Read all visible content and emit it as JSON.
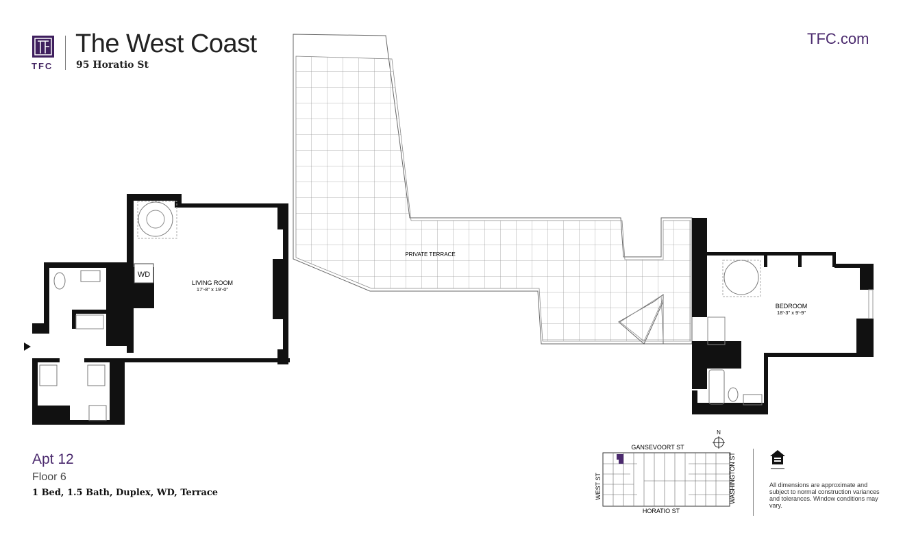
{
  "header": {
    "logo_text": "TFC",
    "title": "The West Coast",
    "address": "95 Horatio St",
    "website": "TFC.com"
  },
  "plan": {
    "rooms": [
      {
        "name": "LIVING ROOM",
        "dimensions": "17'-8\" x 19'-0\""
      },
      {
        "name": "PRIVATE TERRACE",
        "dimensions": ""
      },
      {
        "name": "BEDROOM",
        "dimensions": "18'-3\" x 9'-9\""
      }
    ],
    "wd_label": "WD"
  },
  "unit": {
    "apt": "Apt 12",
    "floor": "Floor 6",
    "features": "1 Bed, 1.5 Bath, Duplex, WD, Terrace"
  },
  "map": {
    "north": "N",
    "streets": {
      "top": "GANSEVOORT ST",
      "bottom": "HORATIO ST",
      "left": "WEST ST",
      "right": "WASHINGTON ST"
    },
    "highlight_color": "#4b2a6e"
  },
  "disclaimer": "All dimensions are approximate and subject to normal construction variances and tolerances. Window conditions may vary.",
  "colors": {
    "brand": "#4b2a6e",
    "wall": "#111111"
  }
}
